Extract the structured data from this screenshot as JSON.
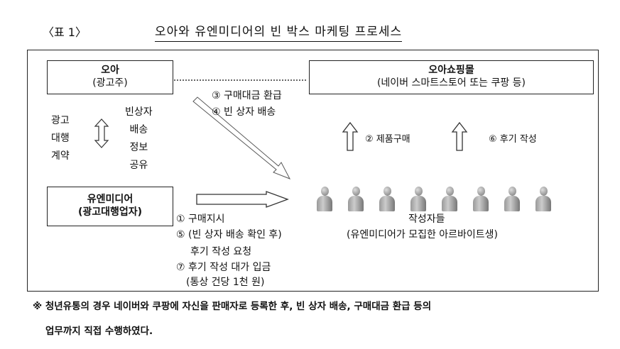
{
  "table_label": "〈표 1〉",
  "title": "오아와 유엔미디어의 빈 박스 마케팅 프로세스",
  "oa": {
    "name": "오아",
    "role": "(광고주)"
  },
  "mall": {
    "name": "오아쇼핑몰",
    "desc": "(네이버 스마트스토어 또는 쿠팡 등)"
  },
  "umedia": {
    "name": "유엔미디어",
    "role": "(광고대행업자)"
  },
  "contract": [
    "광고",
    "대행",
    "계약"
  ],
  "share": [
    "빈상자",
    "배송",
    "정보",
    "공유"
  ],
  "step3": "③ 구매대금 환급",
  "step4": "④ 빈 상자 배송",
  "step2": "② 제품구매",
  "step6": "⑥ 후기 작성",
  "step1": "① 구매지시",
  "step5a": "⑤ (빈 상자 배송 확인 후)",
  "step5b": "후기 작성 요청",
  "step7a": "⑦ 후기 작성 대가 입금",
  "step7b": "(통상 건당 1천 원)",
  "writers": {
    "name": "작성자들",
    "desc": "(유엔미디어가 모집한 아르바이트생)",
    "count": 8
  },
  "footnote1": "※ 청년유통의 경우 네이버와 쿠팡에 자신을 판매자로 등록한 후, 빈 상자 배송, 구매대금 환급 등의",
  "footnote2": "업무까지 직접 수행하였다."
}
